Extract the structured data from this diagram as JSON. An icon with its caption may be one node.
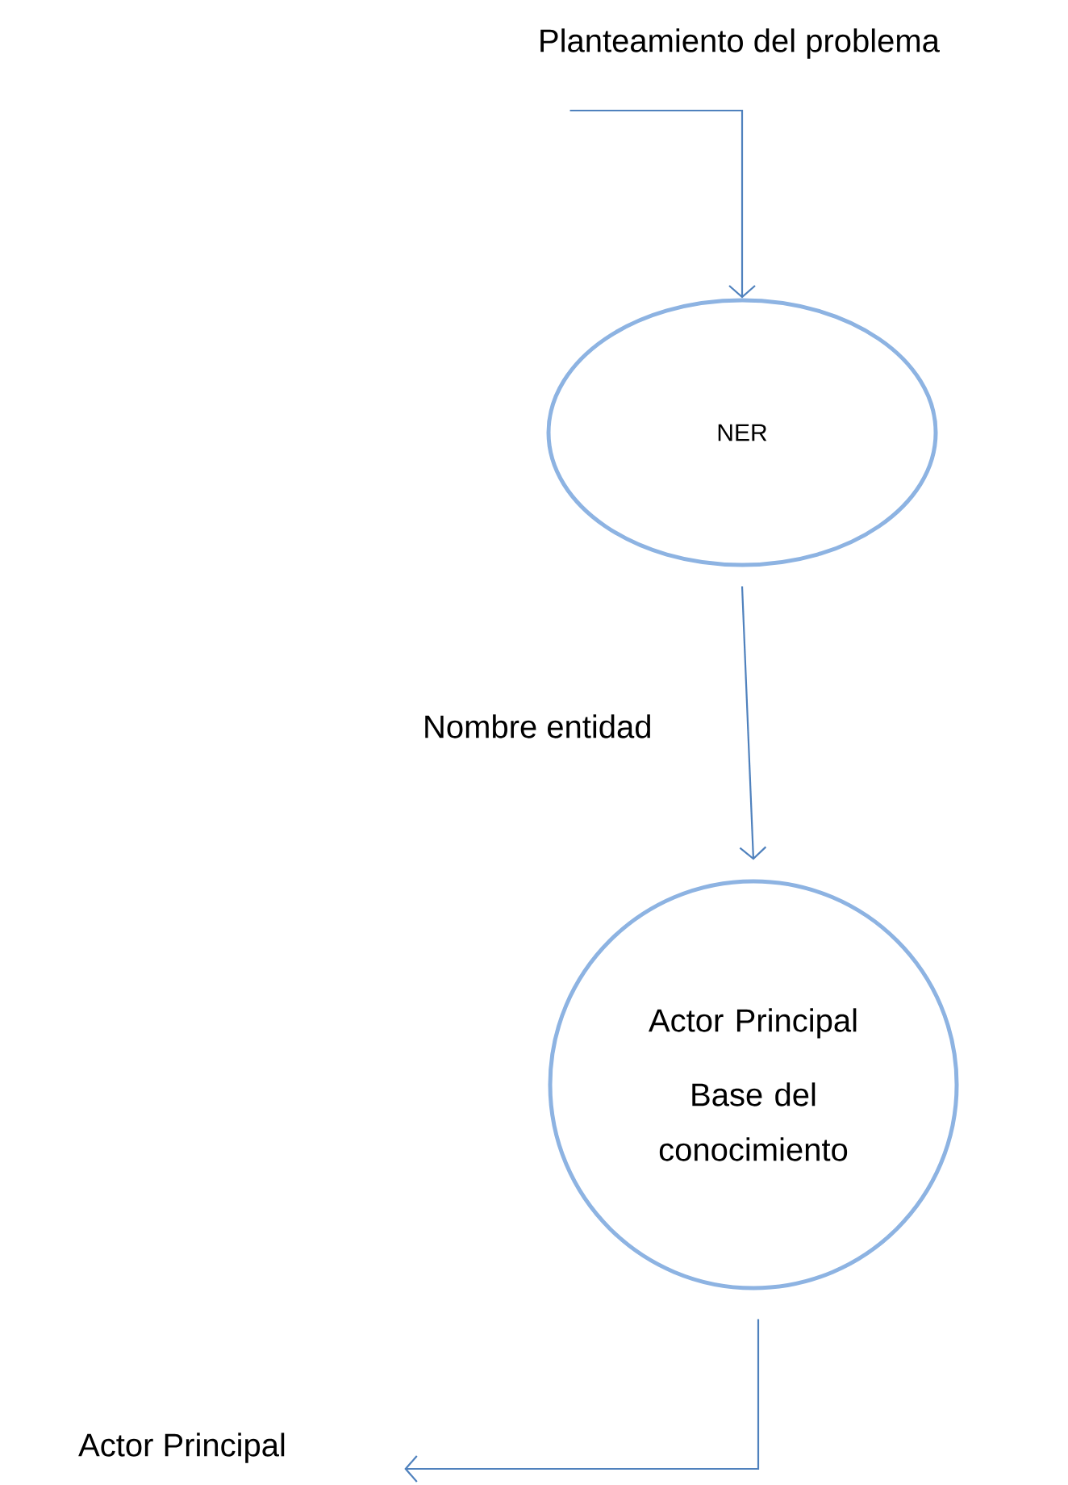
{
  "diagram": {
    "nodes": [
      {
        "text": [
          "Planteamiento del problema"
        ]
      },
      {
        "text": [
          "NER"
        ]
      },
      {
        "text": [
          "Actor Principal",
          "Base del conocimiento"
        ]
      },
      {
        "text": [
          "Actor Principal"
        ]
      }
    ],
    "edges": [
      {
        "from": 0,
        "to": 1,
        "arrow": "to"
      },
      {
        "from": 1,
        "to": 2,
        "arrow": "to",
        "label": "Nombre entidad"
      },
      {
        "from": 2,
        "to": 3,
        "arrow": "to"
      }
    ]
  }
}
